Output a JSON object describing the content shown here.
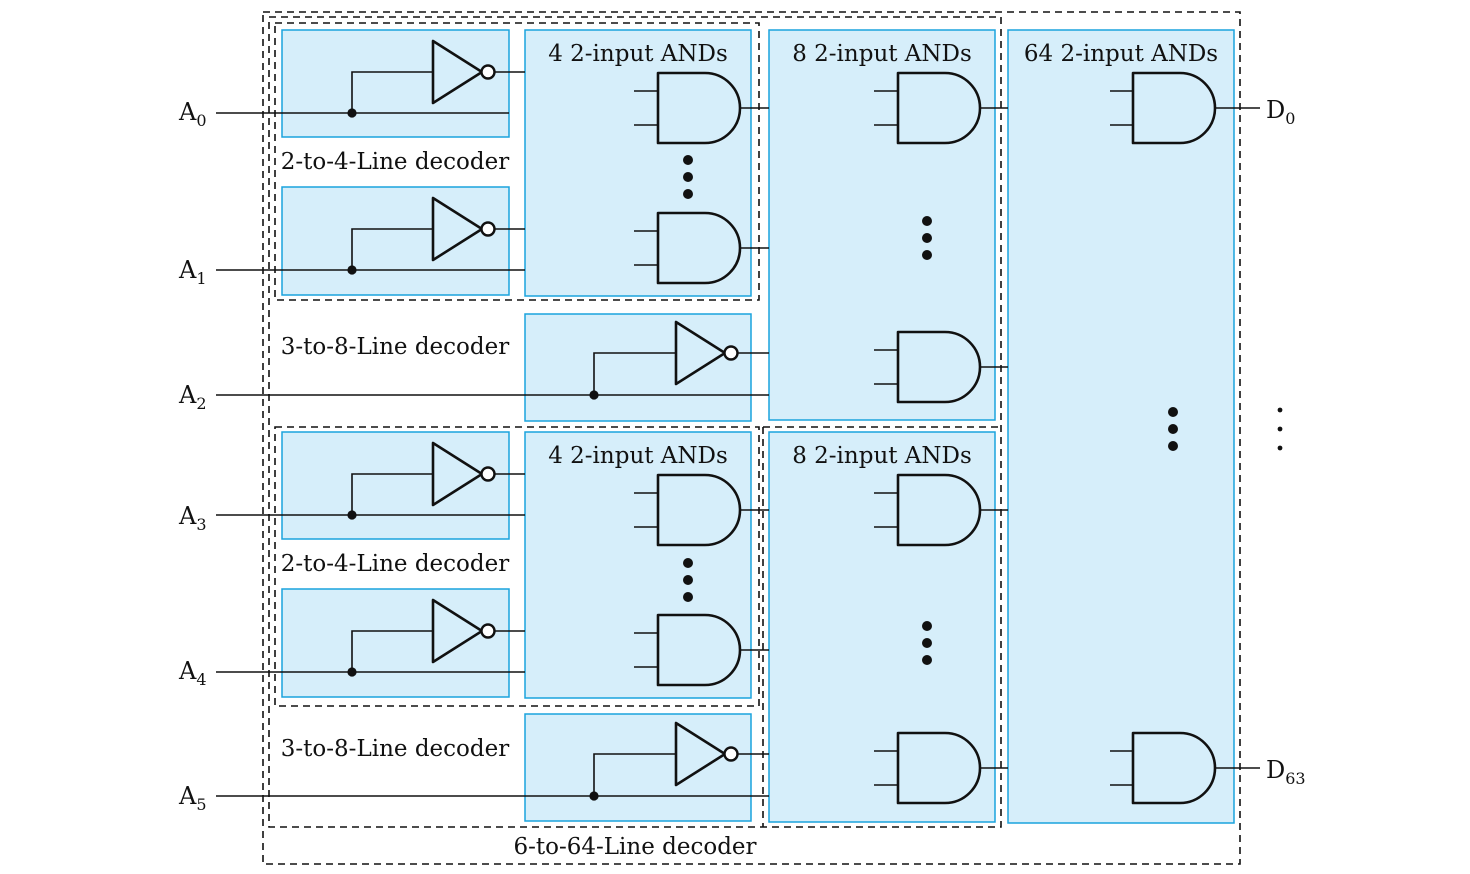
{
  "inputs": [
    {
      "letter": "A",
      "index": "0"
    },
    {
      "letter": "A",
      "index": "1"
    },
    {
      "letter": "A",
      "index": "2"
    },
    {
      "letter": "A",
      "index": "3"
    },
    {
      "letter": "A",
      "index": "4"
    },
    {
      "letter": "A",
      "index": "5"
    }
  ],
  "outputs": [
    {
      "letter": "D",
      "index": "0"
    },
    {
      "letter": "D",
      "index": "63"
    }
  ],
  "labels": {
    "and4": "4 2-input ANDs",
    "and8": "8 2-input ANDs",
    "and64": "64 2-input ANDs",
    "dec2to4": "2-to-4-Line decoder",
    "dec3to8": "3-to-8-Line decoder",
    "dec6to64": "6-to-64-Line decoder"
  }
}
